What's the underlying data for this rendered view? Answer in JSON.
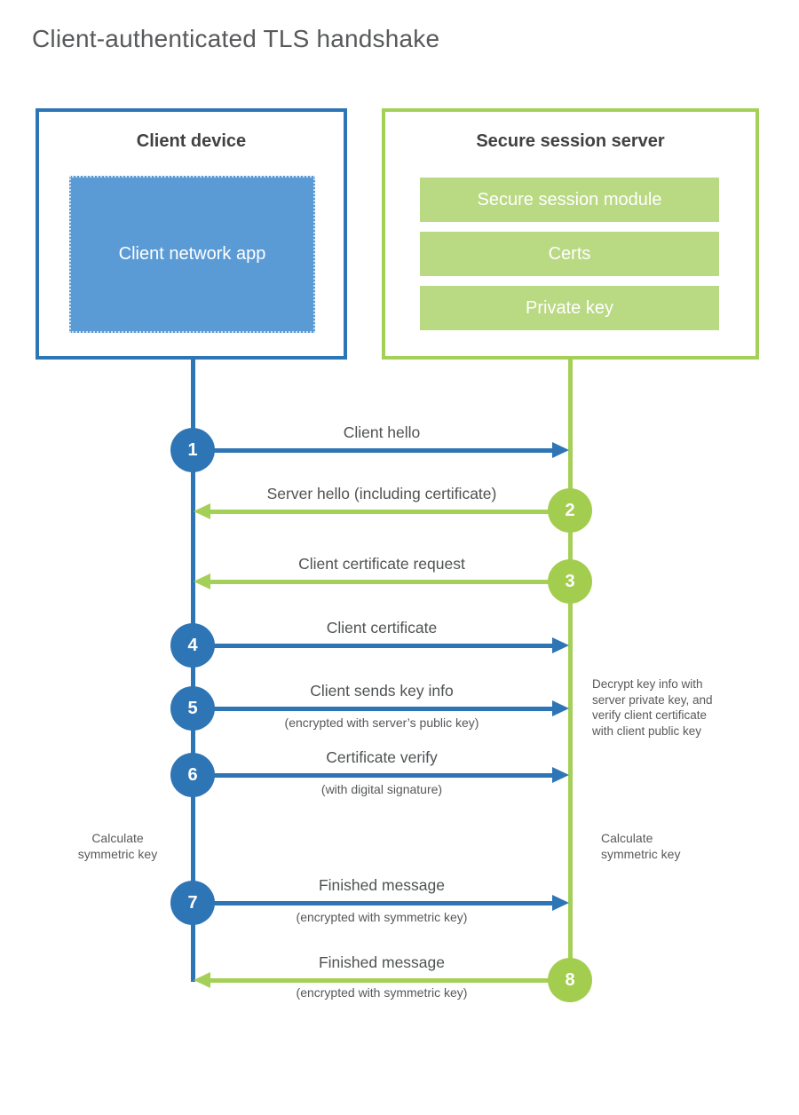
{
  "title": "Client-authenticated TLS handshake",
  "client": {
    "title": "Client device",
    "app_label": "Client network app"
  },
  "server": {
    "title": "Secure session server",
    "modules": [
      "Secure session module",
      "Certs",
      "Private key"
    ]
  },
  "steps": [
    {
      "num": "1",
      "label": "Client hello",
      "sublabel": "",
      "direction": "right",
      "from": "client",
      "color": "blue"
    },
    {
      "num": "2",
      "label": "Server hello (including certificate)",
      "sublabel": "",
      "direction": "left",
      "from": "server",
      "color": "green"
    },
    {
      "num": "3",
      "label": "Client certificate request",
      "sublabel": "",
      "direction": "left",
      "from": "server",
      "color": "green"
    },
    {
      "num": "4",
      "label": "Client certificate",
      "sublabel": "",
      "direction": "right",
      "from": "client",
      "color": "blue"
    },
    {
      "num": "5",
      "label": "Client sends key info",
      "sublabel": "(encrypted with server’s public key)",
      "direction": "right",
      "from": "client",
      "color": "blue"
    },
    {
      "num": "6",
      "label": "Certificate verify",
      "sublabel": "(with digital signature)",
      "direction": "right",
      "from": "client",
      "color": "blue"
    },
    {
      "num": "7",
      "label": "Finished message",
      "sublabel": "(encrypted with symmetric key)",
      "direction": "right",
      "from": "client",
      "color": "blue"
    },
    {
      "num": "8",
      "label": "Finished message",
      "sublabel": "(encrypted with symmetric key)",
      "direction": "left",
      "from": "server",
      "color": "green"
    }
  ],
  "annotations": {
    "decrypt_note": {
      "lines": [
        "Decrypt key info with",
        "server private key, and",
        "verify client certificate",
        "with client public key"
      ]
    },
    "calc_left": {
      "lines": [
        "Calculate",
        "symmetric key"
      ]
    },
    "calc_right": {
      "lines": [
        "Calculate",
        "symmetric key"
      ]
    }
  },
  "colors": {
    "blue": "#2e75b6",
    "blue_fill": "#5b9bd5",
    "green": "#a5d058",
    "green_circle": "#a3cd4f",
    "green_fill": "#b9d983",
    "heading_text": "#414042",
    "label_text": "#4f5254",
    "note_text": "#58595b"
  }
}
